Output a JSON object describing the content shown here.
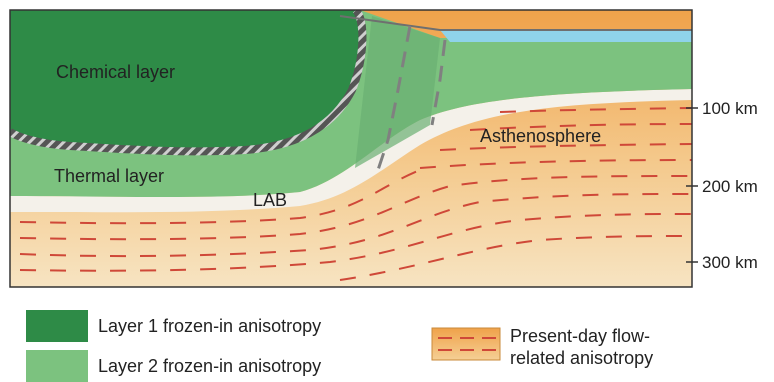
{
  "labels": {
    "chemical_layer": "Chemical layer",
    "thermal_layer": "Thermal layer",
    "lab": "LAB",
    "asthenosphere": "Asthenosphere"
  },
  "depth_ticks": [
    "100 km",
    "200 km",
    "300 km"
  ],
  "legend": [
    {
      "label": "Layer 1 frozen-in anisotropy",
      "color": "#2e8b47"
    },
    {
      "label": "Layer 2 frozen-in anisotropy",
      "color": "#7cc27f"
    },
    {
      "label": "Present-day flow-\nrelated anisotropy",
      "label_line1": "Present-day flow-",
      "label_line2": "related anisotropy",
      "color": "#eea24a"
    }
  ],
  "colors": {
    "layer1": "#2e8b47",
    "layer2": "#7cc27f",
    "ocean": "#8fd3ea",
    "asthenosphere_top": "#f0a54a",
    "asthenosphere_bottom": "#f6dcb0",
    "lab_band": "#f4f1ea",
    "flow_dash": "#d0463a"
  }
}
